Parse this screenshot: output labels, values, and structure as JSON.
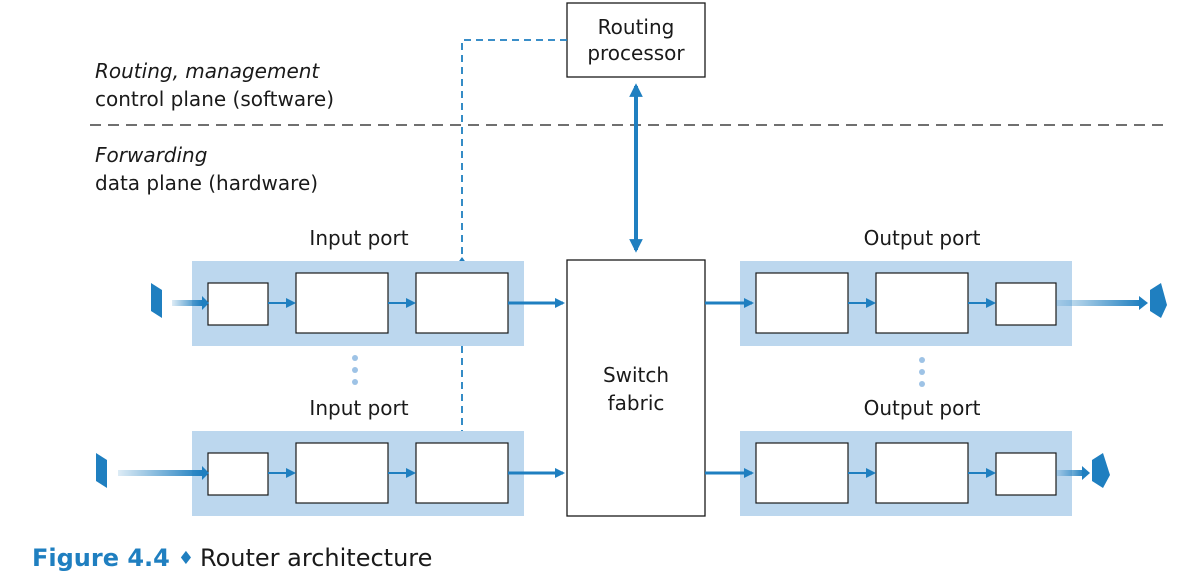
{
  "planes": {
    "control_title": "Routing, management",
    "control_desc": "control plane (software)",
    "data_title": "Forwarding",
    "data_desc": "data plane (hardware)"
  },
  "routing_processor": {
    "line1": "Routing",
    "line2": "processor"
  },
  "switch_fabric": {
    "line1": "Switch",
    "line2": "fabric"
  },
  "ports": {
    "input_label": "Input port",
    "output_label": "Output port"
  },
  "caption": {
    "number": "Figure 4.4",
    "separator": "♦",
    "text": "Router architecture"
  },
  "colors": {
    "accent": "#1f7fc0",
    "port_background": "#bcd7ee",
    "ellipsis_dots": "#9ec3e6",
    "stroke": "#1a1a1a"
  }
}
